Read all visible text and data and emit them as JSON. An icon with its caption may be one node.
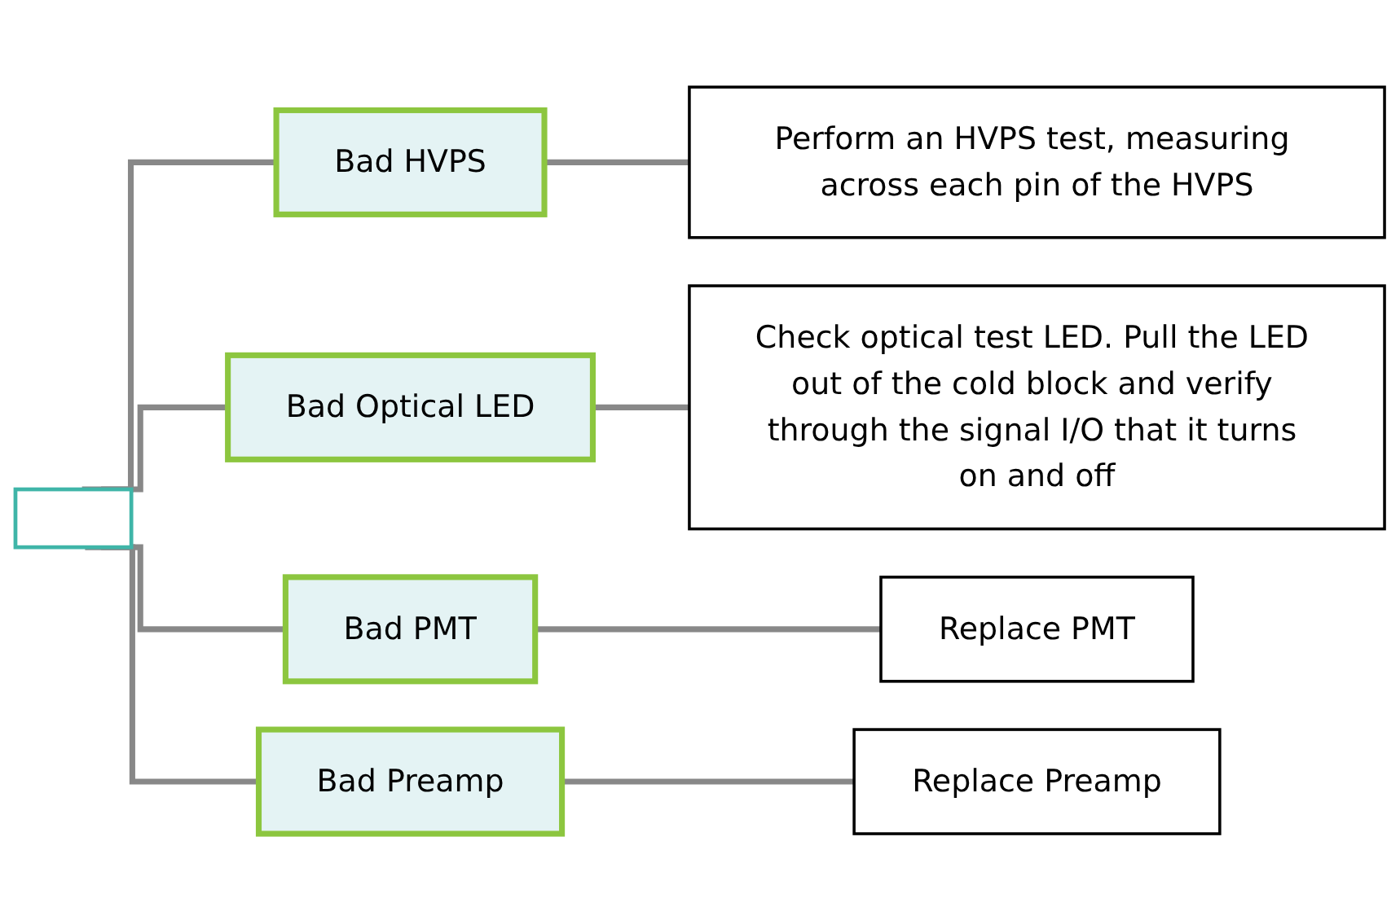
{
  "diagram": {
    "nodes": [
      {
        "text": [],
        "shape": "box"
      },
      {
        "text": [
          "Bad HVPS"
        ]
      },
      {
        "text": [
          "Perform an HVPS test, measuring across each pin of the HVPS"
        ]
      },
      {
        "text": [
          "Bad Optical LED"
        ]
      },
      {
        "text": [
          "Check optical test LED. Pull the LED out of the cold block and verify through the signal I/O that it turns on and off"
        ]
      },
      {
        "text": [
          "Bad PMT"
        ]
      },
      {
        "text": [
          "Replace PMT"
        ]
      },
      {
        "text": [
          "Bad Preamp"
        ]
      },
      {
        "text": [
          "Replace Preamp"
        ]
      }
    ],
    "edges": [
      {
        "from": 0,
        "to": 1,
        "arrow": "none"
      },
      {
        "from": 1,
        "to": 2,
        "arrow": "none"
      },
      {
        "from": 0,
        "to": 3,
        "arrow": "none"
      },
      {
        "from": 3,
        "to": 4,
        "arrow": "none"
      },
      {
        "from": 0,
        "to": 5,
        "arrow": "none"
      },
      {
        "from": 5,
        "to": 6,
        "arrow": "none"
      },
      {
        "from": 0,
        "to": 7,
        "arrow": "none"
      },
      {
        "from": 7,
        "to": 8,
        "arrow": "none"
      }
    ]
  }
}
